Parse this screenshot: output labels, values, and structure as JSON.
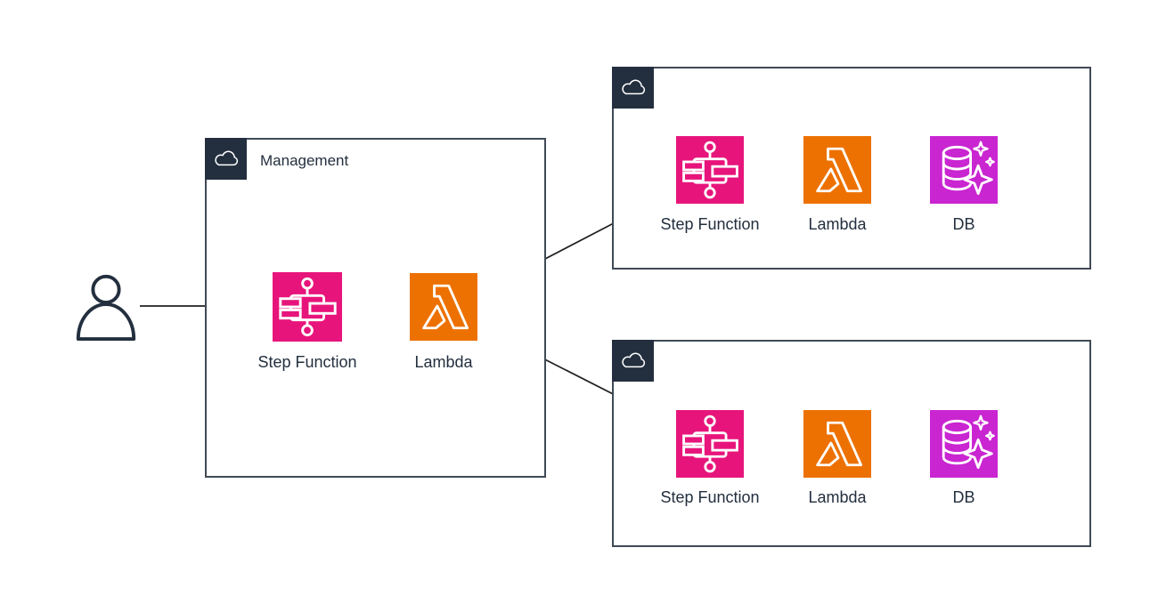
{
  "colors": {
    "step_function": "#E7157B",
    "lambda": "#ED7100",
    "db": "#C925D1",
    "badge_bg": "#232F3E",
    "badge_glyph": "#FFFFFF",
    "box_border": "#3F4A55",
    "arrow": "#1F2123",
    "text": "#232F3E",
    "person": "#232F3E",
    "background": "#FFFFFF"
  },
  "nodes": {
    "person": {
      "icon": "user-icon"
    },
    "management": {
      "title": "Management",
      "badge_icon": "cloud-icon",
      "step_function_label": "Step Function",
      "lambda_label": "Lambda"
    },
    "cloud_top": {
      "badge_icon": "cloud-icon",
      "step_function_label": "Step Function",
      "lambda_label": "Lambda",
      "db_label": "DB"
    },
    "cloud_bottom": {
      "badge_icon": "cloud-icon",
      "step_function_label": "Step Function",
      "lambda_label": "Lambda",
      "db_label": "DB"
    }
  },
  "edges": [
    {
      "from": "person",
      "to": "management.step-function"
    },
    {
      "from": "management.step-function",
      "to": "management.lambda"
    },
    {
      "from": "management.lambda",
      "to": "cloud-top.step-function"
    },
    {
      "from": "management.lambda",
      "to": "cloud-bottom.step-function"
    },
    {
      "from": "cloud-top.step-function",
      "to": "cloud-top.lambda"
    },
    {
      "from": "cloud-top.lambda",
      "to": "cloud-top.db"
    },
    {
      "from": "cloud-bottom.step-function",
      "to": "cloud-bottom.lambda"
    },
    {
      "from": "cloud-bottom.lambda",
      "to": "cloud-bottom.db"
    }
  ]
}
